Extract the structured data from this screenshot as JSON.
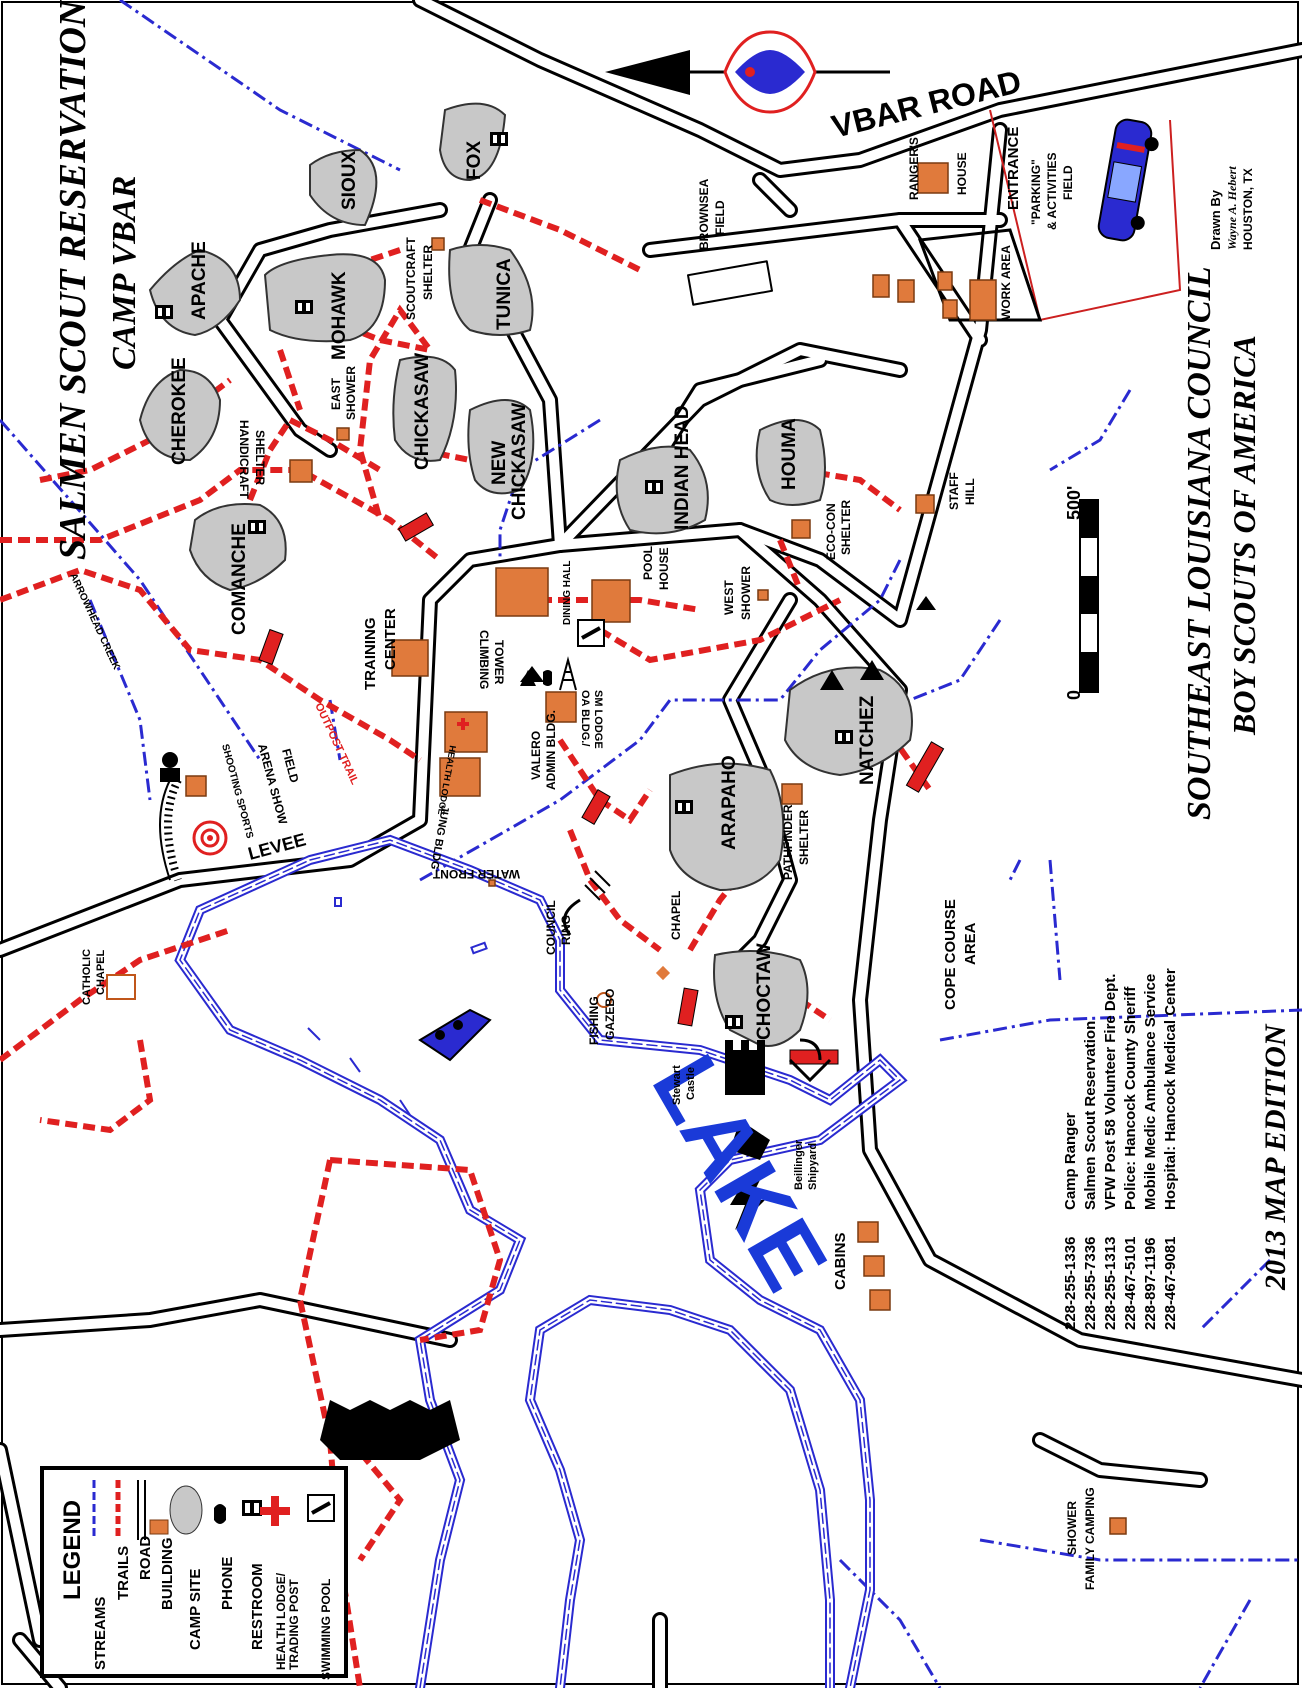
{
  "map": {
    "title_reservation": "SALMEN SCOUT RESERVATION",
    "title_camp": "CAMP VBAR",
    "council": "SOUTHEAST LOUISIANA COUNCIL",
    "organization": "BOY SCOUTS OF AMERICA",
    "edition": "2013 MAP EDITION",
    "lake": "LAKE",
    "vbar_road": "VBAR ROAD",
    "drawn_by": "Drawn By",
    "author": "Wayne A. Hebert",
    "author_city": "HOUSTON, TX",
    "scale": {
      "zero": "0",
      "max": "500'"
    }
  },
  "campsites": {
    "sioux": "SIOUX",
    "fox": "FOX",
    "apache": "APACHE",
    "mohawk": "MOHAWK",
    "tunica": "TUNICA",
    "cherokee": "CHEROKEE",
    "chickasaw": "CHICKASAW",
    "new": "NEW",
    "new_chickasaw": "CHICKASAW",
    "indian_head": "INDIAN HEAD",
    "houma": "HOUMA",
    "comanche": "COMANCHE",
    "natchez": "NATCHEZ",
    "arapaho": "ARAPAHO",
    "choctaw": "CHOCTAW"
  },
  "places": {
    "brownsea_1": "BROWNSEA",
    "brownsea_2": "FIELD",
    "rangers_1": "RANGER'S",
    "rangers_2": "HOUSE",
    "entrance": "ENTRANCE",
    "parking_1": "\"PARKING\"",
    "parking_2": "& ACTIVITIES",
    "parking_3": "FIELD",
    "work_area": "WORK AREA",
    "scoutcraft_1": "SCOUTCRAFT",
    "scoutcraft_2": "SHELTER",
    "east_1": "EAST",
    "east_2": "SHOWER",
    "handicraft_1": "HANDICRAFT",
    "handicraft_2": "SHELTER",
    "ecocon_1": "ECO-CON",
    "ecocon_2": "SHELTER",
    "staff_1": "STAFF",
    "staff_2": "HILL",
    "west_1": "WEST",
    "west_2": "SHOWER",
    "pool_1": "POOL",
    "pool_2": "HOUSE",
    "dining": "DINING HALL",
    "climbing_1": "CLIMBING",
    "climbing_2": "TOWER",
    "oa_1": "OA BLDG./",
    "oa_2": "SM LODGE",
    "valero_1": "VALERO",
    "valero_2": "ADMIN BLDG.",
    "training_1": "TRAINING",
    "training_2": "CENTER",
    "arrowhead": "ARROWHEAD CREEK",
    "outpost": "OUTPOST TRAIL",
    "arena_1": "ARENA SHOW",
    "arena_2": "FIELD",
    "shooting": "SHOOTING SPORTS",
    "jung": "JUNG BLDG",
    "health": "HEALTH LODGE",
    "levee": "LEVEE",
    "waterfront": "WATER FRONT",
    "chapel": "CHAPEL",
    "council_1": "COUNCIL",
    "council_2": "RING",
    "pathfinder_1": "PATHFINDER",
    "pathfinder_2": "SHELTER",
    "fishing_1": "FISHING",
    "fishing_2": "GAZEBO",
    "catholic_1": "CATHOLIC",
    "catholic_2": "CHAPEL",
    "stewart_1": "Stewart",
    "stewart_2": "Castle",
    "beillinger_1": "Beillinger",
    "beillinger_2": "Shipyard",
    "cope_1": "COPE COURSE",
    "cope_2": "AREA",
    "cabins": "CABINS",
    "shower": "SHOWER",
    "family": "FAMILY CAMPING"
  },
  "legend": {
    "title": "LEGEND",
    "items": [
      "STREAMS",
      "TRAILS",
      "ROAD",
      "BUILDING",
      "CAMP SITE",
      "PHONE",
      "RESTROOM",
      "HEALTH LODGE/",
      "TRADING POST",
      "SWIMMING POOL"
    ]
  },
  "contacts": [
    {
      "number": "228-255-1336",
      "name": "Camp Ranger"
    },
    {
      "number": "228-255-7336",
      "name": "Salmen Scout Reservation"
    },
    {
      "number": "228-255-1313",
      "name": "VFW Post 58 Volunteer Fire Dept."
    },
    {
      "number": "228-467-5101",
      "name": "Police: Hancock County Sheriff"
    },
    {
      "number": "228-897-1196",
      "name": "Mobile Medic Ambulance Service"
    },
    {
      "number": "228-467-9081",
      "name": "Hospital: Hancock Medical Center"
    }
  ],
  "colors": {
    "trail": "#e02020",
    "stream": "#2a2ad0",
    "campsite": "#c8c8c8",
    "building": "#e07a3c",
    "lake": "#1a3ad8"
  },
  "icons": [
    "north-arrow-icon",
    "fleur-de-lis-icon",
    "car-icon",
    "restroom-icon",
    "phone-icon",
    "first-aid-icon",
    "swimming-pool-icon",
    "tent-icon",
    "boat-icon",
    "castle-icon",
    "target-icon"
  ]
}
